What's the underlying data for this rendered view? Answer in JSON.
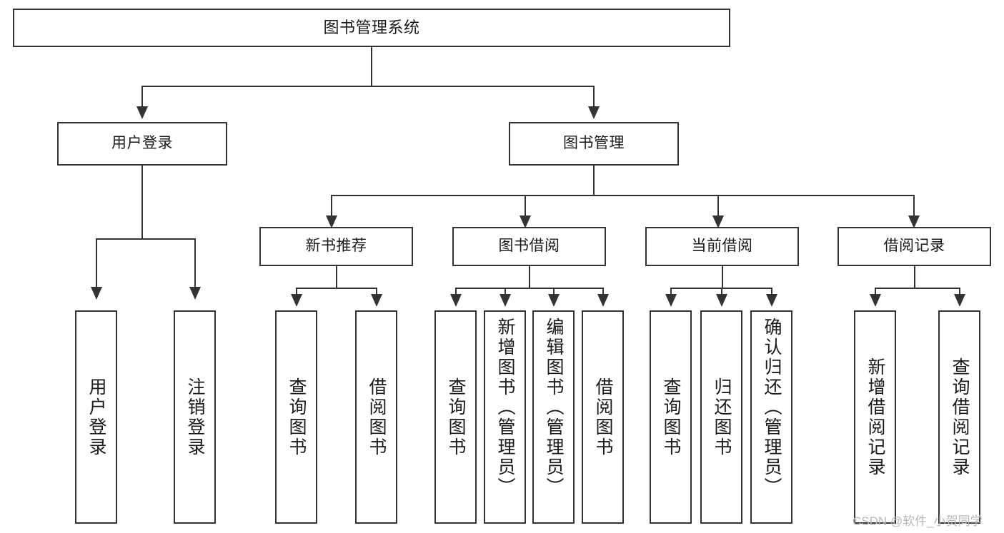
{
  "diagram": {
    "type": "tree",
    "title": "图书管理系统",
    "orientation": "top-down",
    "colors": {
      "border": "#333333",
      "fill": "#ffffff",
      "text": "#1a1a1a",
      "watermark": "#b8b8b8",
      "background": "#ffffff"
    },
    "root": {
      "label": "图书管理系统"
    },
    "level2": [
      {
        "label": "用户登录"
      },
      {
        "label": "图书管理"
      }
    ],
    "level3": [
      {
        "label": "新书推荐"
      },
      {
        "label": "图书借阅"
      },
      {
        "label": "当前借阅"
      },
      {
        "label": "借阅记录"
      }
    ],
    "leaves": {
      "user_login": [
        {
          "label": "用户登录"
        },
        {
          "label": "注销登录"
        }
      ],
      "new_book_recommend": [
        {
          "label": "查询图书"
        },
        {
          "label": "借阅图书"
        }
      ],
      "book_borrow": [
        {
          "label": "查询图书"
        },
        {
          "label": "新增图书（管理员）"
        },
        {
          "label": "编辑图书（管理员）"
        },
        {
          "label": "借阅图书"
        }
      ],
      "current_borrow": [
        {
          "label": "查询图书"
        },
        {
          "label": "归还图书"
        },
        {
          "label": "确认归还（管理员）"
        }
      ],
      "borrow_record": [
        {
          "label": "新增借阅记录"
        },
        {
          "label": "查询借阅记录"
        }
      ]
    }
  },
  "watermark": {
    "text": "CSDN @软件_小贺同学"
  }
}
